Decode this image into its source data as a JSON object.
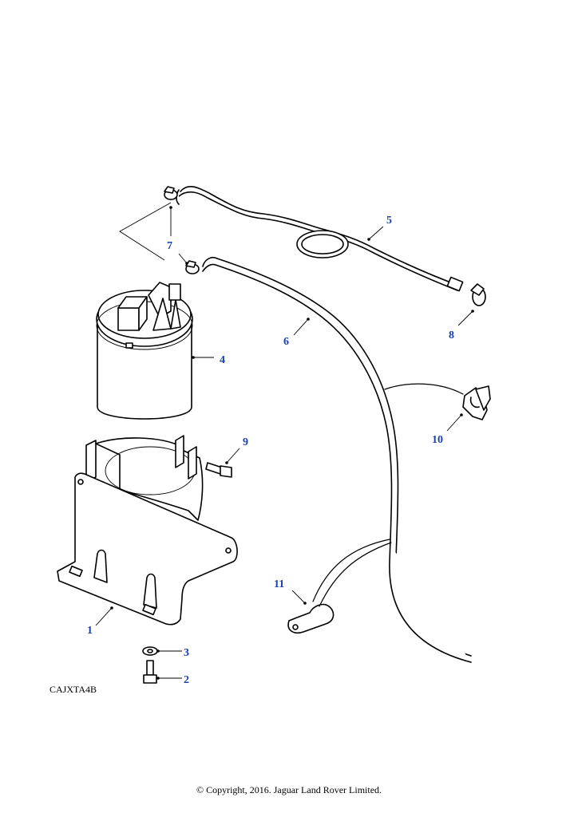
{
  "diagram": {
    "callouts": {
      "1": "1",
      "2": "2",
      "3": "3",
      "4": "4",
      "5": "5",
      "6": "6",
      "7": "7",
      "8": "8",
      "9": "9",
      "10": "10",
      "11": "11"
    },
    "reference_code": "CAJXTA4B",
    "copyright": "© Copyright, 2016. Jaguar Land Rover Limited."
  }
}
